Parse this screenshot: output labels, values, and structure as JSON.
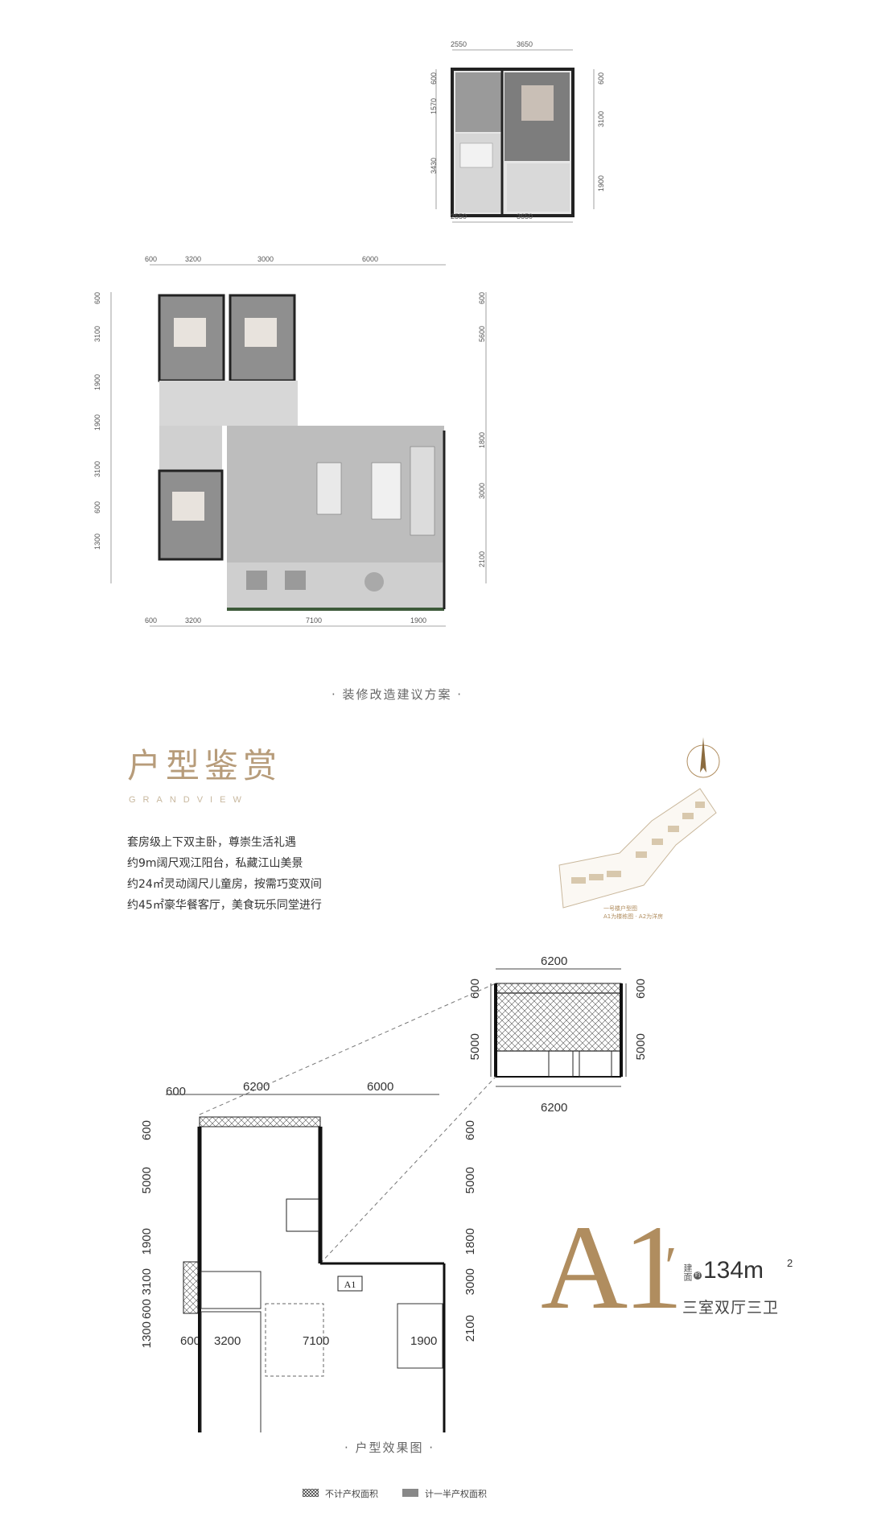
{
  "top_plan": {
    "dims_top": [
      "2550",
      "3650"
    ],
    "dims_bottom": [
      "2550",
      "3650"
    ],
    "dims_left": [
      "600",
      "1570",
      "3430"
    ],
    "dims_right": [
      "600",
      "3100",
      "1900"
    ]
  },
  "main_plan": {
    "dims_top": [
      "600",
      "3200",
      "3000",
      "6000"
    ],
    "dims_bottom": [
      "600",
      "3200",
      "7100",
      "1900"
    ],
    "dims_left": [
      "600",
      "3100",
      "1900",
      "1900",
      "3100",
      "600",
      "1300"
    ],
    "dims_right": [
      "600",
      "5600",
      "1800",
      "3000",
      "2100"
    ]
  },
  "caption_renovation": "· 装修改造建议方案 ·",
  "title": {
    "zh": "户型鉴赏",
    "en": "GRANDVIEW"
  },
  "features": [
    "套房级上下双主卧，尊崇生活礼遇",
    "约9m阔尺观江阳台，私藏江山美景",
    "约24㎡灵动阔尺儿童房，按需巧变双间",
    "约45㎡豪华餐客厅，美食玩乐同堂进行"
  ],
  "site_map": {
    "caption_line1": "一号楼户型图",
    "caption_line2": "A1为楼栋图 · A2为洋房"
  },
  "line_plan_upper": {
    "dim_top": "6200",
    "dim_bottom": "6200",
    "dims_left": [
      "600",
      "5000"
    ],
    "dims_right": [
      "600",
      "5000"
    ]
  },
  "line_plan_lower": {
    "dims_top": [
      "600",
      "6200",
      "6000"
    ],
    "dims_bottom": [
      "600",
      "3200",
      "7100",
      "1900"
    ],
    "dims_left": [
      "600",
      "5000",
      "1900",
      "3100",
      "600",
      "1300"
    ],
    "dims_right": [
      "600",
      "5000",
      "1800",
      "3000",
      "2100"
    ],
    "unit_label": "A1"
  },
  "unit": {
    "code": "A1",
    "prime": "′",
    "area_label": "建面",
    "area_prefix": "约",
    "area_value": "134m",
    "area_sup": "2",
    "layout": "三室双厅三卫"
  },
  "caption_effect": "· 户型效果图 ·",
  "legend": [
    {
      "label": "不计产权面积"
    },
    {
      "label": "计一半产权面积"
    }
  ],
  "colors": {
    "gold": "#b08d5f",
    "title_gold": "#b79c7a",
    "wall": "#111111",
    "floor_gray": "#8a8a8a"
  }
}
